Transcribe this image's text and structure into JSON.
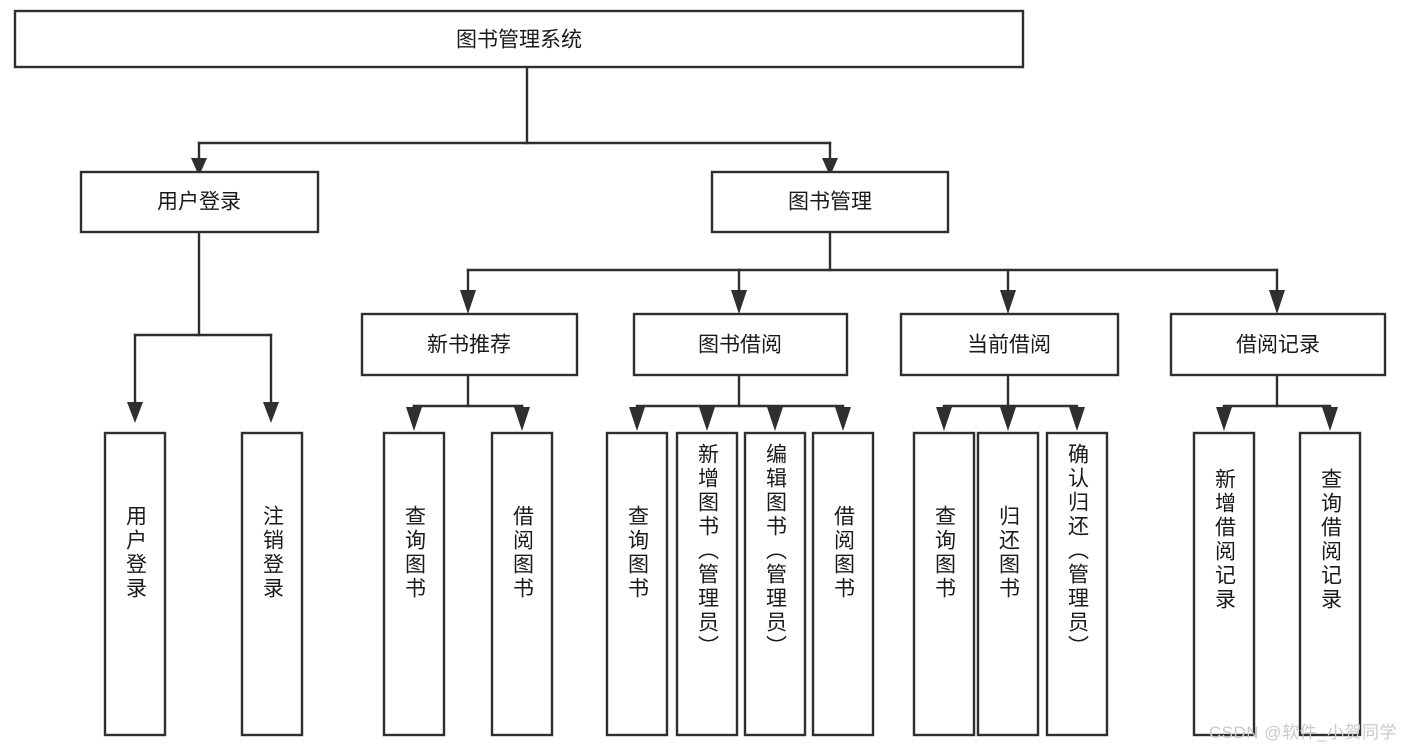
{
  "diagram": {
    "type": "tree-hierarchy",
    "title": "图书管理系统",
    "root": {
      "id": "root",
      "label": "图书管理系统"
    },
    "level1": [
      {
        "id": "user-login",
        "label": "用户登录"
      },
      {
        "id": "book-manage",
        "label": "图书管理"
      }
    ],
    "level2": [
      {
        "id": "new-book-rec",
        "label": "新书推荐",
        "parent": "book-manage"
      },
      {
        "id": "book-borrow",
        "label": "图书借阅",
        "parent": "book-manage"
      },
      {
        "id": "current-borrow",
        "label": "当前借阅",
        "parent": "book-manage"
      },
      {
        "id": "borrow-record",
        "label": "借阅记录",
        "parent": "book-manage"
      }
    ],
    "leaves": [
      {
        "id": "leaf-user-login",
        "label": "用户登录",
        "parent": "user-login"
      },
      {
        "id": "leaf-logout",
        "label": "注销登录",
        "parent": "user-login"
      },
      {
        "id": "leaf-query-book-1",
        "label": "查询图书",
        "parent": "new-book-rec"
      },
      {
        "id": "leaf-borrow-book-1",
        "label": "借阅图书",
        "parent": "new-book-rec"
      },
      {
        "id": "leaf-query-book-2",
        "label": "查询图书",
        "parent": "book-borrow"
      },
      {
        "id": "leaf-add-book",
        "label": "新增图书（管理员）",
        "parent": "book-borrow"
      },
      {
        "id": "leaf-edit-book",
        "label": "编辑图书（管理员）",
        "parent": "book-borrow"
      },
      {
        "id": "leaf-borrow-book-2",
        "label": "借阅图书",
        "parent": "book-borrow"
      },
      {
        "id": "leaf-query-book-3",
        "label": "查询图书",
        "parent": "current-borrow"
      },
      {
        "id": "leaf-return-book",
        "label": "归还图书",
        "parent": "current-borrow"
      },
      {
        "id": "leaf-confirm-return",
        "label": "确认归还（管理员）",
        "parent": "current-borrow"
      },
      {
        "id": "leaf-add-record",
        "label": "新增借阅记录",
        "parent": "borrow-record"
      },
      {
        "id": "leaf-query-record",
        "label": "查询借阅记录",
        "parent": "borrow-record"
      }
    ],
    "colors": {
      "stroke": "#2f2f2f",
      "fill": "#ffffff",
      "text": "#1a1a1a",
      "watermark": "#c9c9c9"
    }
  },
  "watermark": {
    "text": "CSDN @软件_小贺同学"
  }
}
